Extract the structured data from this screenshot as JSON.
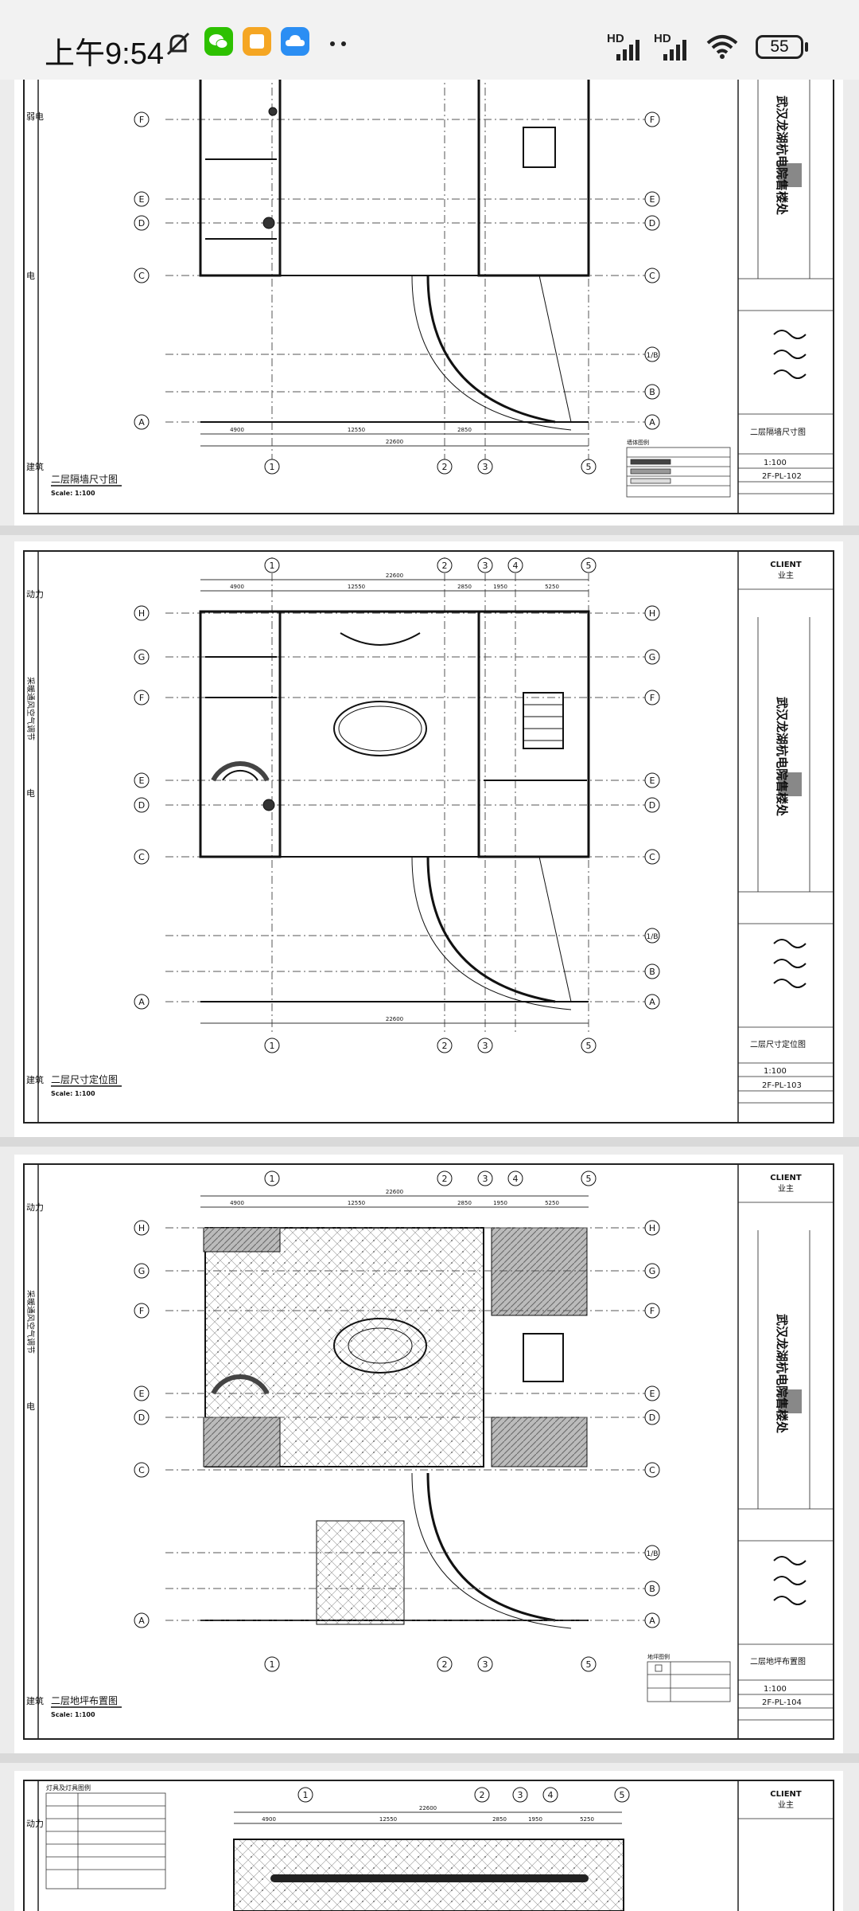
{
  "status_bar": {
    "time": "上午9:54",
    "network_1": "HD",
    "network_2": "HD",
    "battery": "55"
  },
  "sheets": [
    {
      "title_block_name": "武汉龙湖杭电院售楼处",
      "drawing_title": "二层隔墙尺寸图",
      "drawing_title_bottom": "二层隔墙尺寸图",
      "scale_label": "Scale: 1:100",
      "scale": "1:100",
      "drawing_no": "2F-PL-102",
      "legend_title": "墙体图例",
      "left_strip": [
        "建筑",
        "电",
        "弱电"
      ]
    },
    {
      "client_label": "CLIENT",
      "client_cn": "业主",
      "title_block_name": "武汉龙湖杭电院售楼处",
      "drawing_title": "二层尺寸定位图",
      "drawing_title_bottom": "二层尺寸定位图",
      "scale_label": "Scale: 1:100",
      "scale": "1:100",
      "drawing_no": "2F-PL-103",
      "left_strip": [
        "动力",
        "采暖通风空气调节",
        "电",
        "建筑"
      ]
    },
    {
      "client_label": "CLIENT",
      "client_cn": "业主",
      "title_block_name": "武汉龙湖杭电院售楼处",
      "drawing_title": "二层地坪布置图",
      "drawing_title_bottom": "二层地坪布置图",
      "scale_label": "Scale: 1:100",
      "scale": "1:100",
      "drawing_no": "2F-PL-104",
      "legend_title": "地坪图例",
      "left_strip": [
        "动力",
        "采暖通风空气调节",
        "电",
        "建筑"
      ]
    },
    {
      "client_label": "CLIENT",
      "client_cn": "业主",
      "table_title": "灯具及灯具图例",
      "left_strip": [
        "动力"
      ]
    }
  ],
  "grid": {
    "columns": [
      "1",
      "2",
      "3",
      "4",
      "5"
    ],
    "rows": [
      "H",
      "G",
      "F",
      "E",
      "D",
      "C",
      "1/B",
      "B",
      "A"
    ],
    "dims_top": [
      "4900",
      "12550",
      "2850",
      "1950",
      "5250"
    ],
    "overall": "22600"
  }
}
